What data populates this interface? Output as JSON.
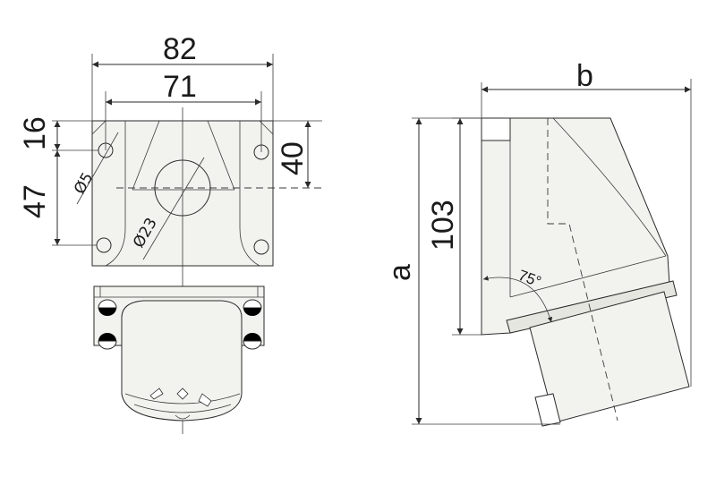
{
  "front_view": {
    "dim_width_outer": "82",
    "dim_width_holes": "71",
    "dim_top_offset": "16",
    "dim_hole_spacing": "47",
    "dim_center_height": "40",
    "label_hole_dia": "Ø5",
    "label_center_dia": "Ø23"
  },
  "side_view": {
    "dim_depth": "b",
    "dim_height_total": "a",
    "dim_height_base": "103",
    "label_angle": "75°"
  },
  "colors": {
    "line": "#2a2a2a",
    "fill": "#f2f2ee",
    "seal": "#000000"
  }
}
